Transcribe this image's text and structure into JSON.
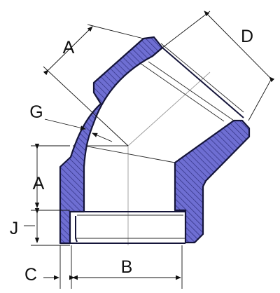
{
  "labels": {
    "a_upper": "A",
    "d": "D",
    "g": "G",
    "a_lower": "A",
    "j": "J",
    "c": "C",
    "b": "B"
  },
  "colors": {
    "wall_fill": "#6e6ed2",
    "hatch_line": "#2a2a78",
    "outline": "#15153a"
  }
}
